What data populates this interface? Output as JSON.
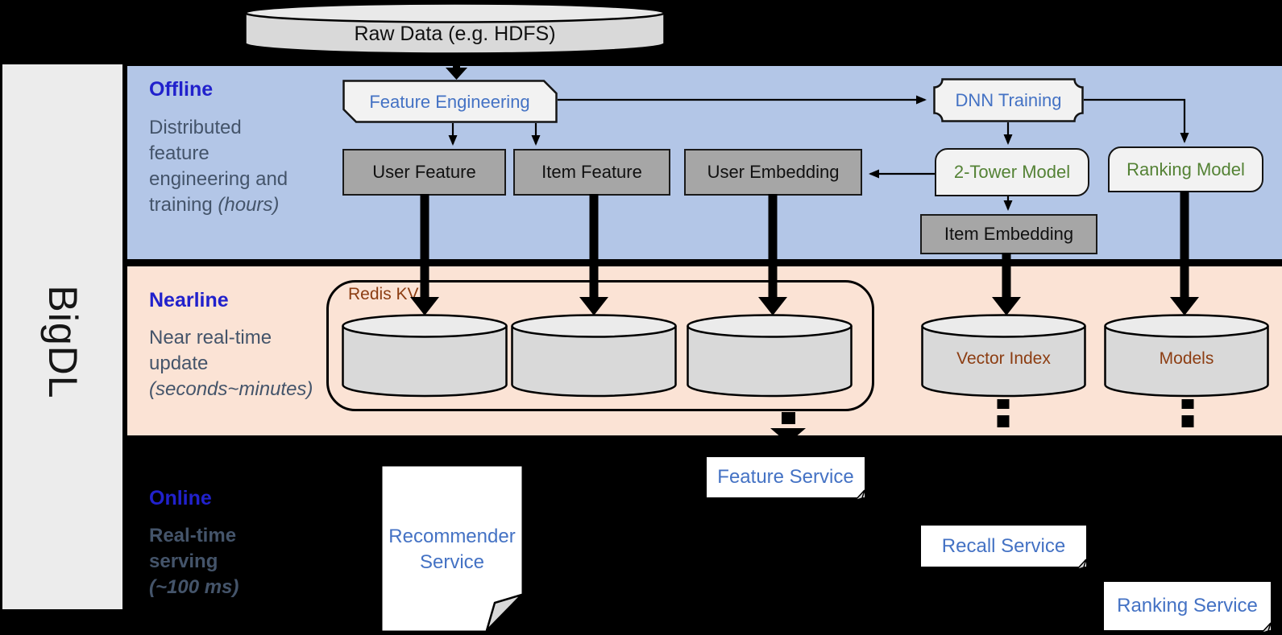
{
  "sidebar": {
    "brand": "BigDL"
  },
  "source": {
    "label": "Raw Data (e.g. HDFS)"
  },
  "offline": {
    "title": "Offline",
    "subtitle": {
      "l1": "Distributed",
      "l2": "feature",
      "l3": "engineering and",
      "l4a": "training ",
      "l4b": "(hours)"
    },
    "feature_engineering": "Feature Engineering",
    "dnn_training": "DNN Training",
    "user_feature": "User Feature",
    "item_feature": "Item Feature",
    "user_embedding": "User Embedding",
    "two_tower_model": "2-Tower Model",
    "ranking_model": "Ranking Model",
    "item_embedding": "Item Embedding"
  },
  "nearline": {
    "title": "Nearline",
    "subtitle": {
      "l1": "Near real-time",
      "l2": "update",
      "l3": "(seconds~minutes)"
    },
    "redis_kv": "Redis KV",
    "vector_index": "Vector Index",
    "models": "Models"
  },
  "online": {
    "title": "Online",
    "subtitle": {
      "l1": "Real-time",
      "l2": "serving",
      "l3": "(~100 ms)"
    },
    "recommender_service_line1": "Recommender",
    "recommender_service_line2": "Service",
    "feature_service": "Feature Service",
    "recall_service": "Recall Service",
    "ranking_service": "Ranking Service"
  },
  "colors": {
    "background": "#000000",
    "offline_band": "#B3C6E7",
    "nearline_band": "#FBE3D5",
    "sidebar": "#ECECEC",
    "gray_node": "#A6A6A6",
    "light_node": "#F2F2F2",
    "cylinder": "#D9D9D9",
    "title_blue": "#2121CC",
    "subtitle_gray": "#44546A",
    "node_blue_text": "#4472C4",
    "node_green_text": "#548235",
    "storage_brown_text": "#8C3D12"
  }
}
